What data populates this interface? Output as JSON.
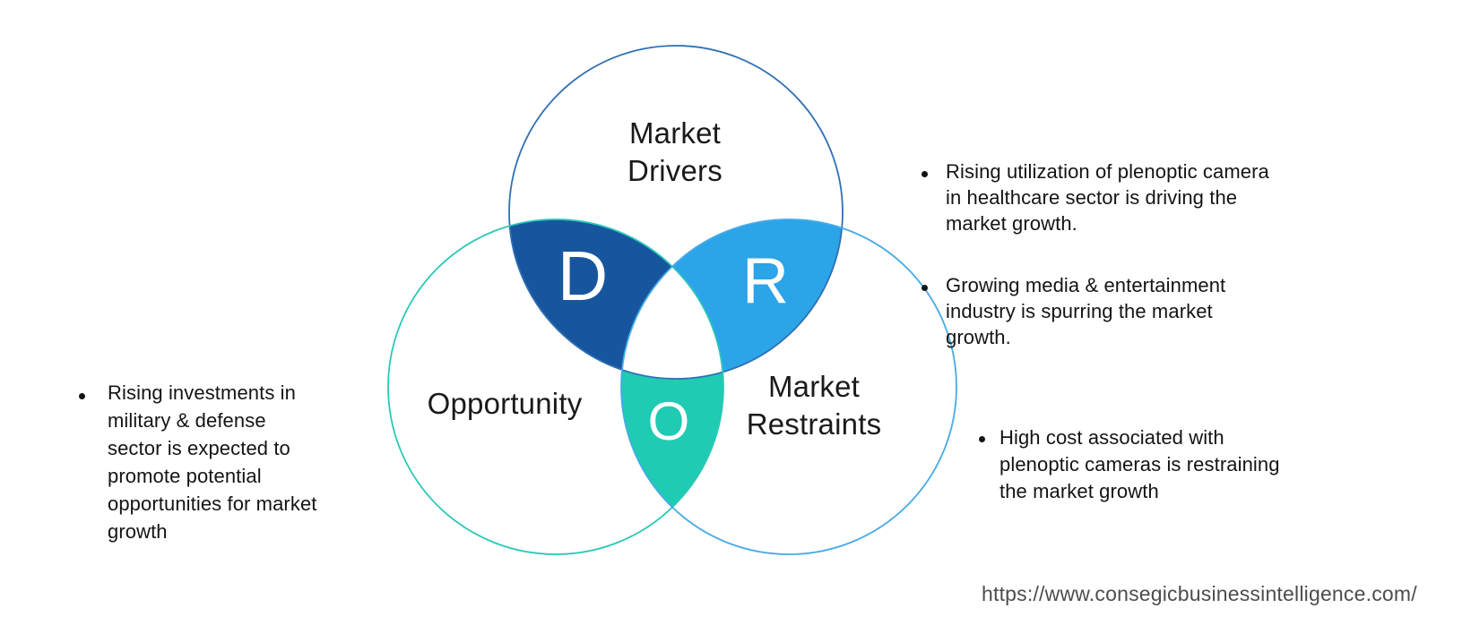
{
  "venn": {
    "drivers": {
      "label_lines": [
        "Market",
        "Drivers"
      ],
      "letter": "D",
      "stroke_color": "#2F6FB4",
      "overlap_fill": "#17569F"
    },
    "opportunity": {
      "label_lines": [
        "Opportunity"
      ],
      "letter": "O",
      "stroke_color": "#2CC8B7",
      "overlap_fill": "#1FCBB2"
    },
    "restraints": {
      "label_lines": [
        "Market",
        "Restraints"
      ],
      "letter": "R",
      "stroke_color": "#45ABE7",
      "overlap_fill": "#2BA4E8"
    }
  },
  "annotations": {
    "drivers": {
      "items": [
        {
          "lines": [
            "Rising utilization of plenoptic camera",
            "in healthcare sector is driving the",
            "market growth."
          ]
        },
        {
          "lines": [
            "Growing media & entertainment",
            "industry is spurring the market",
            "growth."
          ]
        }
      ]
    },
    "opportunity": {
      "items": [
        {
          "lines": [
            "Rising investments in",
            "military & defense",
            "sector is expected to",
            "promote potential",
            "opportunities for market",
            "growth"
          ]
        }
      ]
    },
    "restraints": {
      "items": [
        {
          "lines": [
            "High cost associated with",
            "plenoptic cameras is restraining",
            "the market growth"
          ]
        }
      ]
    }
  },
  "footer": {
    "source_url": "https://www.consegicbusinessintelligence.com/"
  },
  "colors": {
    "background": "#ffffff",
    "label_text": "#1a1a1a",
    "annotation_text": "#141414",
    "overlap_letter_text": "#ffffff",
    "source_url_text": "#4d4d4d"
  }
}
